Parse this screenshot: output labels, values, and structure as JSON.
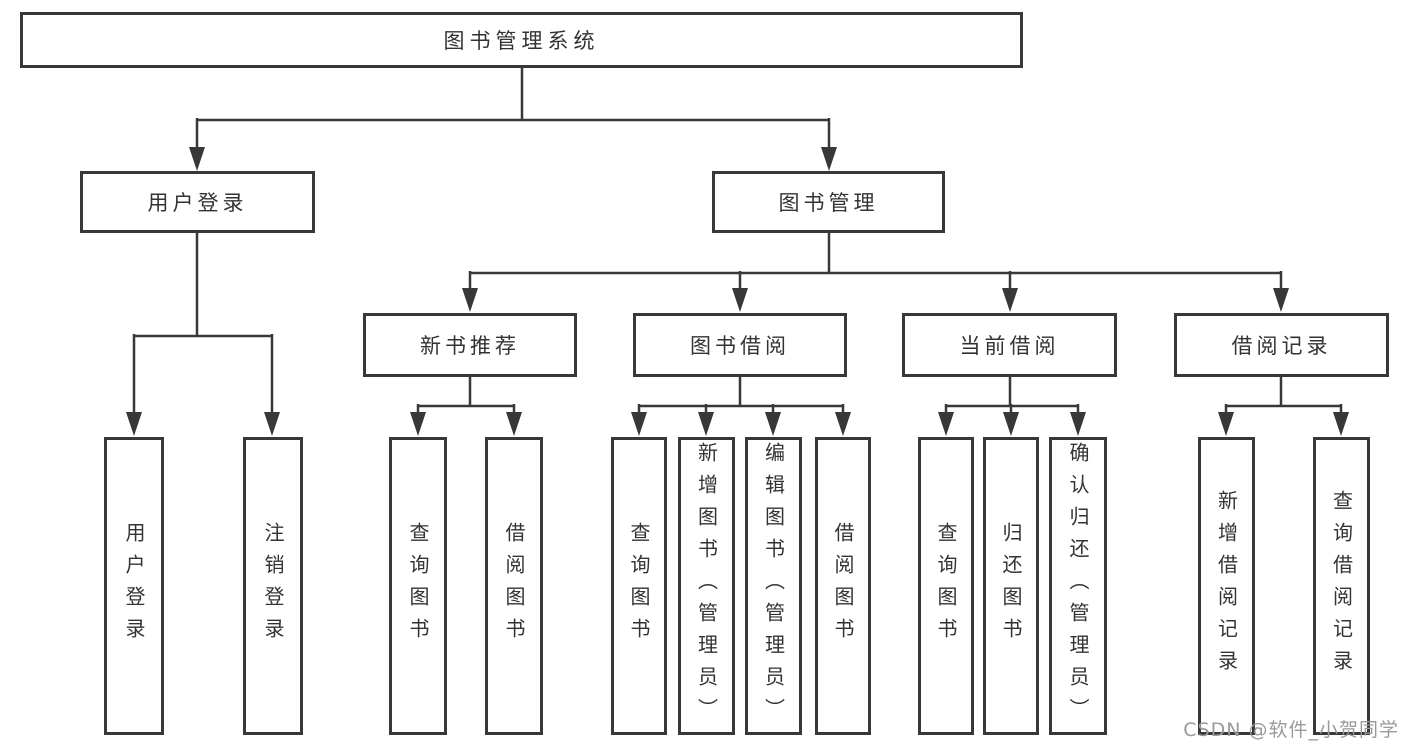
{
  "diagram": {
    "title": "图书管理系统",
    "level2": {
      "user_login": "用户登录",
      "book_management": "图书管理"
    },
    "level3": {
      "new_book_recommend": "新书推荐",
      "book_borrow": "图书借阅",
      "current_borrow": "当前借阅",
      "borrow_records": "借阅记录"
    },
    "leaves": {
      "user_login": "用户登录",
      "logout": "注销登录",
      "query_books_a": "查询图书",
      "borrow_books_a": "借阅图书",
      "query_books_b": "查询图书",
      "add_books_admin": "新增图书（管理员）",
      "edit_books_admin": "编辑图书（管理员）",
      "borrow_books_b": "借阅图书",
      "query_books_c": "查询图书",
      "return_books": "归还图书",
      "confirm_return_admin": "确认归还（管理员）",
      "add_borrow_record": "新增借阅记录",
      "query_borrow_record": "查询借阅记录"
    }
  },
  "watermark": "CSDN @软件_小贺同学",
  "colors": {
    "line": "#383838",
    "text": "#333333",
    "watermark_text": "#9a9a9a",
    "background": "#ffffff"
  }
}
